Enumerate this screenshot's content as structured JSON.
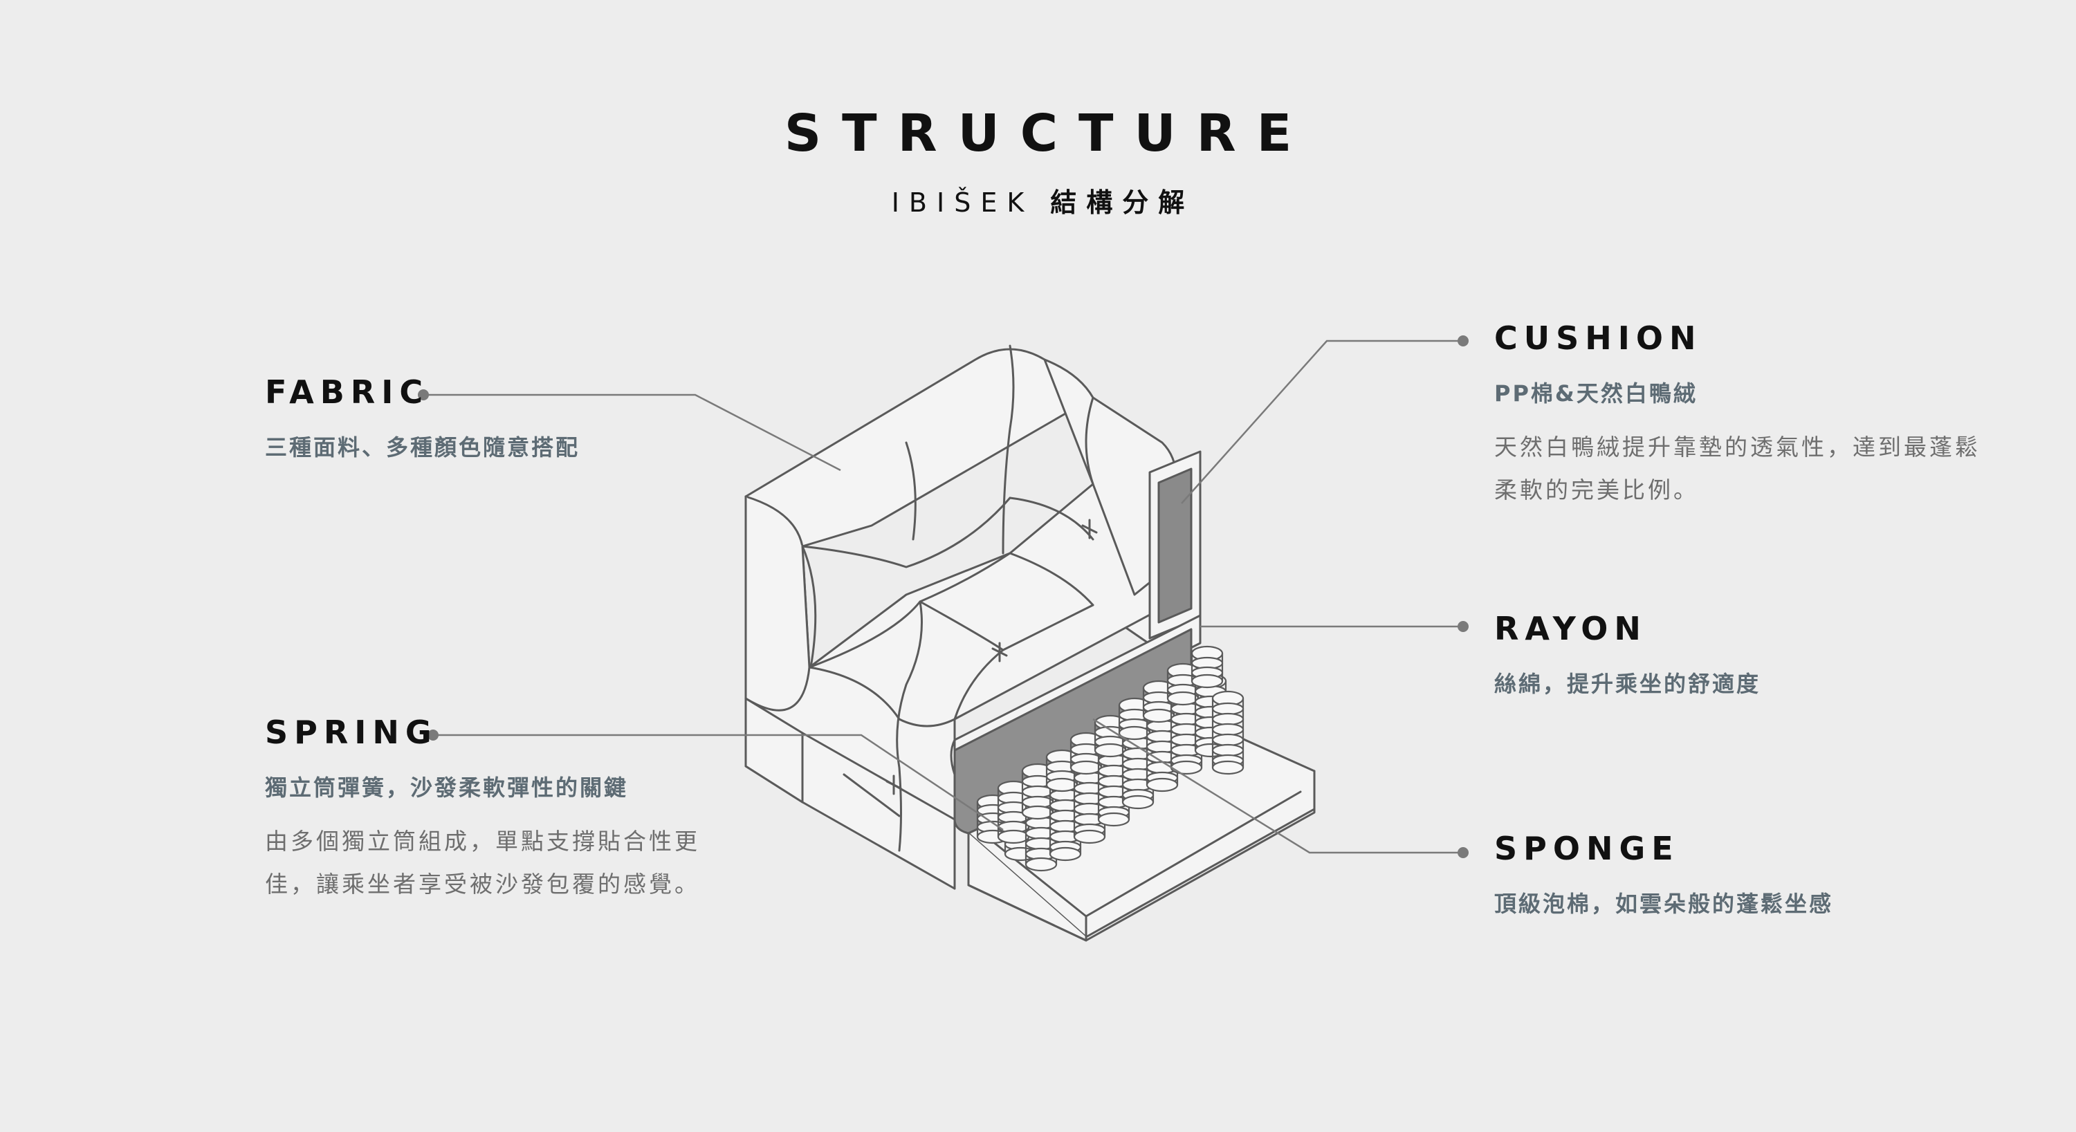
{
  "header": {
    "title": "STRUCTURE",
    "subtitle_en": "IBIŠEK",
    "subtitle_zh": "結構分解"
  },
  "labels": {
    "fabric": {
      "title": "FABRIC",
      "sub": "三種面料、多種顏色隨意搭配"
    },
    "spring": {
      "title": "SPRING",
      "sub": "獨立筒彈簧，沙發柔軟彈性的關鍵",
      "desc_line1": "由多個獨立筒組成，單點支撐貼合性更",
      "desc_line2": "佳，讓乘坐者享受被沙發包覆的感覺。"
    },
    "cushion": {
      "title": "CUSHION",
      "sub": "PP棉&天然白鴨絨",
      "desc_line1": "天然白鴨絨提升靠墊的透氣性，達到最蓬鬆",
      "desc_line2": "柔軟的完美比例。"
    },
    "rayon": {
      "title": "RAYON",
      "sub": "絲綿，提升乘坐的舒適度"
    },
    "sponge": {
      "title": "SPONGE",
      "sub": "頂級泡棉，如雲朵般的蓬鬆坐感"
    }
  },
  "colors": {
    "background": "#ededed",
    "title_text": "#111111",
    "sub_text": "#5d6b74",
    "desc_text": "#6e6e6e",
    "line": "#7a7a7a",
    "sofa_fill": "#f4f4f4",
    "cushion_layer": "#8a8a8a",
    "rayon_layer": "#9a9a9a"
  }
}
